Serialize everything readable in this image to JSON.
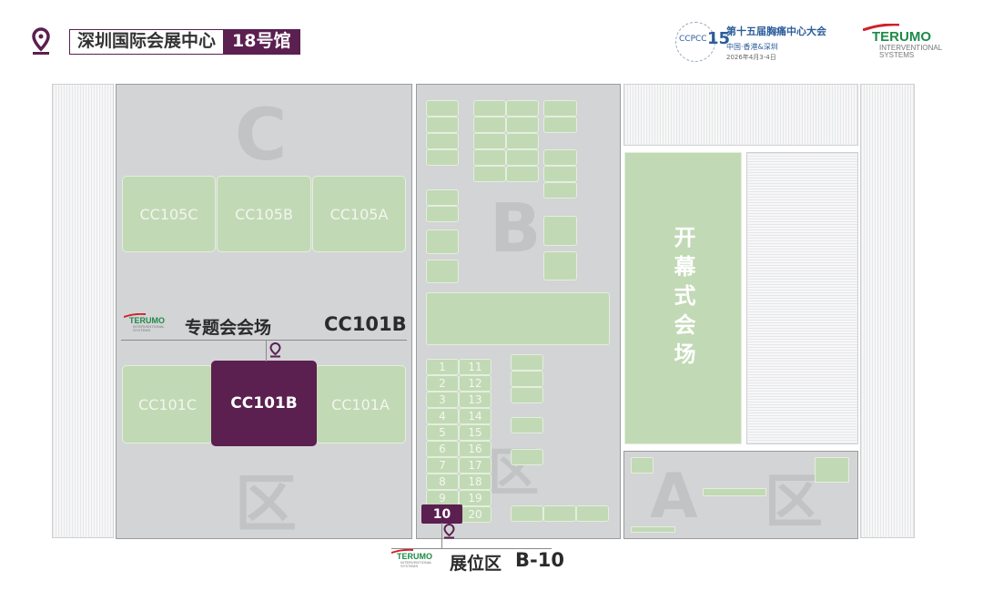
{
  "header": {
    "venue": "深圳国际会展中心",
    "hall": "18号馆"
  },
  "logos": {
    "event": {
      "badge": "CCPCC",
      "number": "15",
      "title": "第十五届胸痛中心大会",
      "subtitle": "中国·香港&深圳",
      "date": "2026年4月3-4日"
    },
    "terumo": {
      "name": "TERUMO",
      "line1": "INTERVENTIONAL",
      "line2": "SYSTEMS"
    }
  },
  "zones": {
    "c": "C",
    "c_qu": "区",
    "b": "B",
    "b_qu": "区",
    "a": "A",
    "a_qu": "区"
  },
  "hall_c": {
    "rooms_top": [
      "CC105C",
      "CC105B",
      "CC105A"
    ],
    "rooms_bottom": [
      "CC101C",
      "CC101B",
      "CC101A"
    ]
  },
  "callout_c": {
    "label": "专题会会场",
    "room": "CC101B"
  },
  "hall_b": {
    "booths_left": [
      "1",
      "2",
      "3",
      "4",
      "5",
      "6",
      "7",
      "8",
      "9",
      "10"
    ],
    "booths_right": [
      "11",
      "12",
      "13",
      "14",
      "15",
      "16",
      "17",
      "18",
      "19",
      "20"
    ],
    "highlight": "10"
  },
  "callout_b": {
    "label": "展位区",
    "booth": "B-10"
  },
  "hall_a": {
    "ceremony": "开幕式会场"
  },
  "colors": {
    "accent": "#5b1f50",
    "booth": "#c2d9b5",
    "hall": "#d3d4d6",
    "brand_green": "#1e8a48"
  }
}
